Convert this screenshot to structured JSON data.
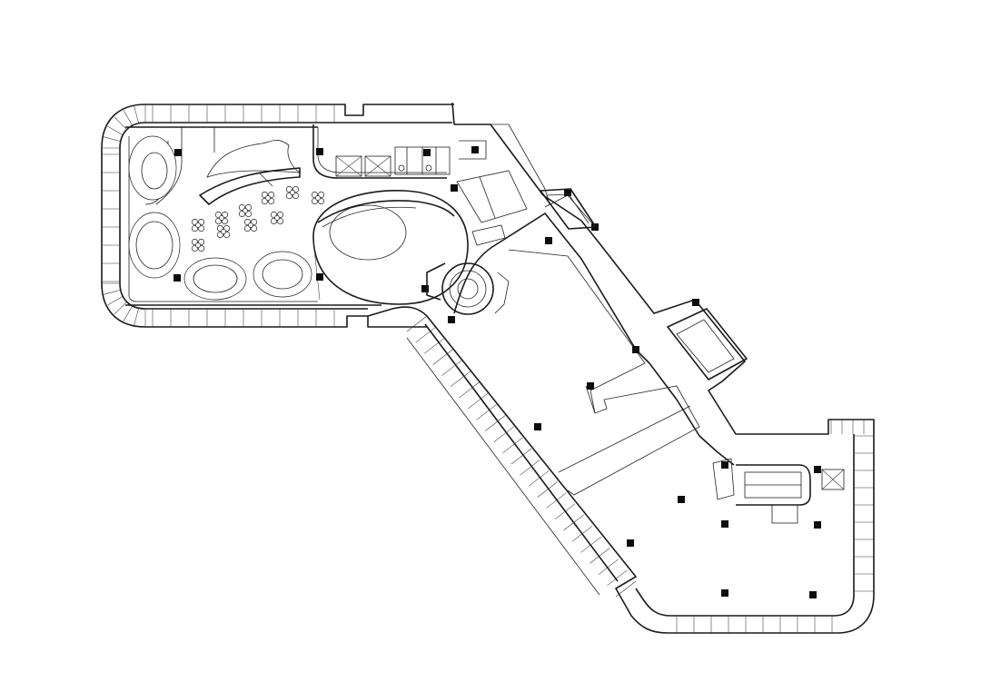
{
  "drawing": {
    "kind": "architectural-floor-plan",
    "line_color": "#1a1a1a",
    "background": "#ffffff",
    "column_color": "#0d0d0d",
    "structural_columns_count": 24,
    "stairs_count": 3,
    "elevator_count": 4
  }
}
